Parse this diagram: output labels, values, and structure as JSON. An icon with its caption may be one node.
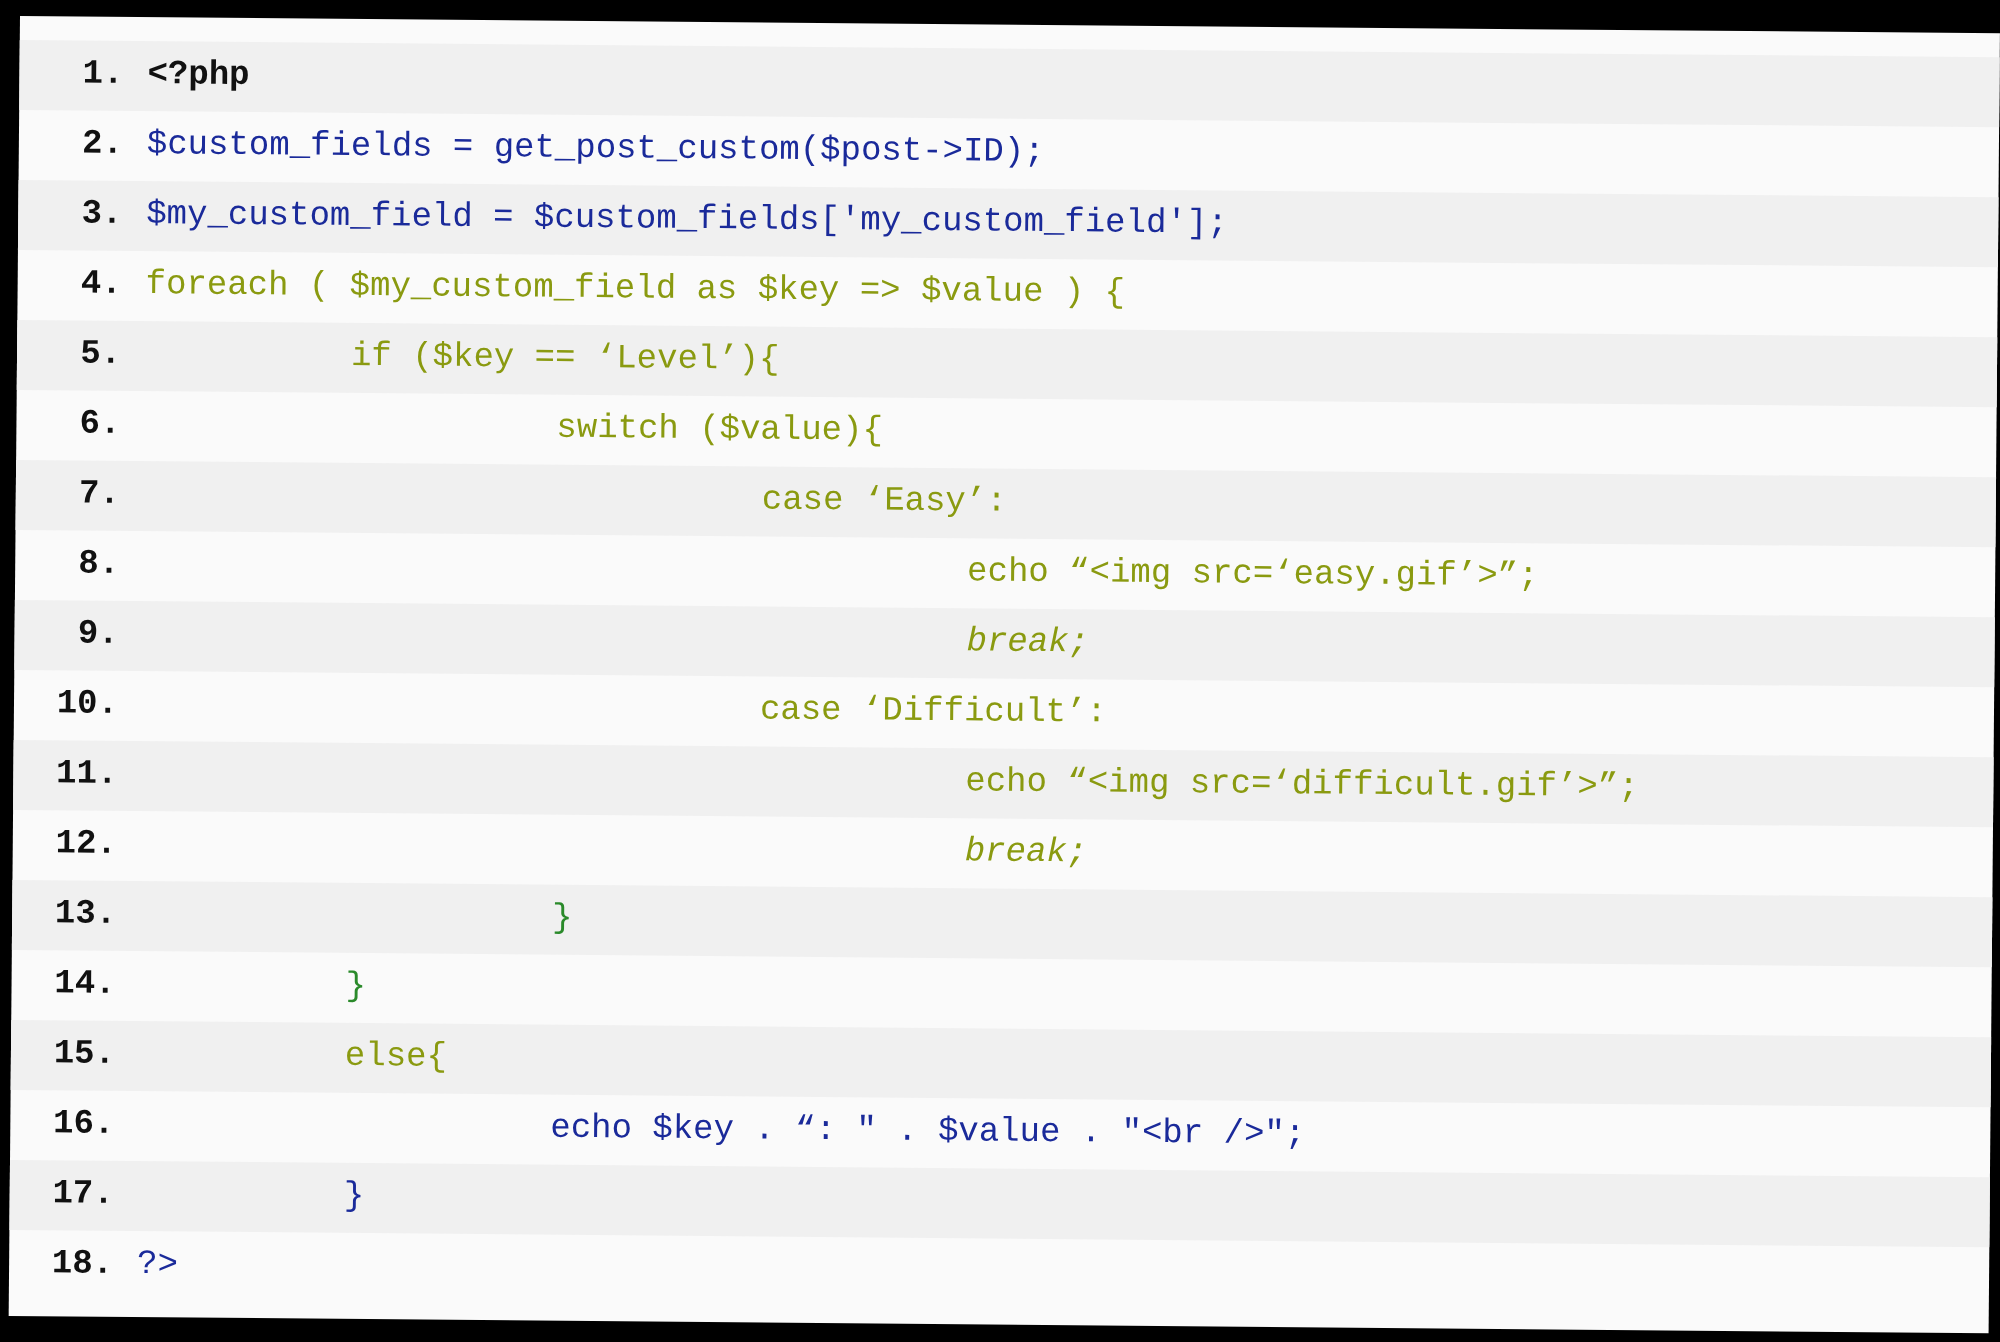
{
  "diagram": {
    "labels": [
      "1.",
      "<?php",
      "2.",
      "$custom_fields = get_post_custom($post->ID);",
      "3.",
      "$my_custom_field = $custom_fields['my_custom_field'];",
      "4.",
      "foreach ( $my_custom_field as $key => $value ) {",
      "5.",
      "if ($key == ‘Level’){",
      "6.",
      "switch ($value){",
      "7.",
      "case ‘Easy’:",
      "8.",
      "echo “<img src=‘easy.gif’>”;",
      "9.",
      "break;",
      "10.",
      "case ‘Difficult’:",
      "11.",
      "echo “<img src=‘difficult.gif’>”;",
      "12.",
      "break;",
      "13.",
      "}",
      "14.",
      "}",
      "15.",
      "else{",
      "16.",
      "echo $key . “: \" . $value . \"<br />\";",
      "17.",
      "}",
      "18.",
      "?>"
    ]
  }
}
